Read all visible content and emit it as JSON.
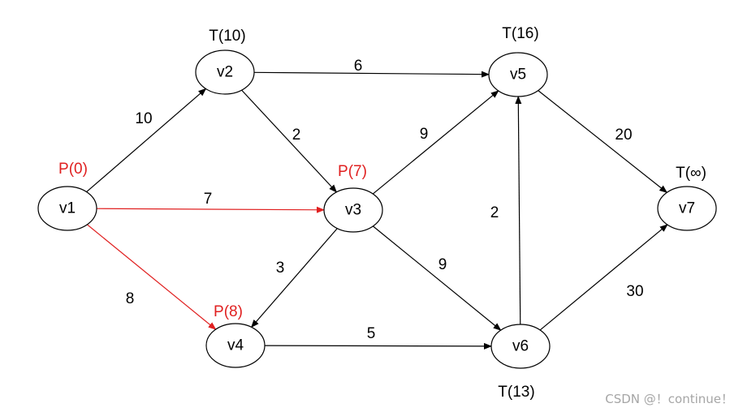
{
  "colors": {
    "normal": "#000000",
    "highlight": "#e02020",
    "watermark": "#a6a6a6"
  },
  "nodes": [
    {
      "id": "v1",
      "label": "v1",
      "state": "P(0)",
      "state_color": "highlight"
    },
    {
      "id": "v2",
      "label": "v2",
      "state": "T(10)",
      "state_color": "normal"
    },
    {
      "id": "v3",
      "label": "v3",
      "state": "P(7)",
      "state_color": "highlight"
    },
    {
      "id": "v4",
      "label": "v4",
      "state": "P(8)",
      "state_color": "highlight"
    },
    {
      "id": "v5",
      "label": "v5",
      "state": "T(16)",
      "state_color": "normal"
    },
    {
      "id": "v6",
      "label": "v6",
      "state": "T(13)",
      "state_color": "normal"
    },
    {
      "id": "v7",
      "label": "v7",
      "state": "T(∞)",
      "state_color": "normal"
    }
  ],
  "edges": [
    {
      "from": "v1",
      "to": "v2",
      "weight": "10",
      "color": "normal"
    },
    {
      "from": "v1",
      "to": "v3",
      "weight": "7",
      "color": "highlight"
    },
    {
      "from": "v1",
      "to": "v4",
      "weight": "8",
      "color": "highlight"
    },
    {
      "from": "v2",
      "to": "v5",
      "weight": "6",
      "color": "normal"
    },
    {
      "from": "v2",
      "to": "v3",
      "weight": "2",
      "color": "normal"
    },
    {
      "from": "v3",
      "to": "v5",
      "weight": "9",
      "color": "normal"
    },
    {
      "from": "v3",
      "to": "v4",
      "weight": "3",
      "color": "normal"
    },
    {
      "from": "v3",
      "to": "v6",
      "weight": "9",
      "color": "normal"
    },
    {
      "from": "v4",
      "to": "v6",
      "weight": "5",
      "color": "normal"
    },
    {
      "from": "v6",
      "to": "v5",
      "weight": "2",
      "color": "normal"
    },
    {
      "from": "v5",
      "to": "v7",
      "weight": "20",
      "color": "normal"
    },
    {
      "from": "v6",
      "to": "v7",
      "weight": "30",
      "color": "normal"
    }
  ],
  "watermark": "CSDN @！continue！"
}
